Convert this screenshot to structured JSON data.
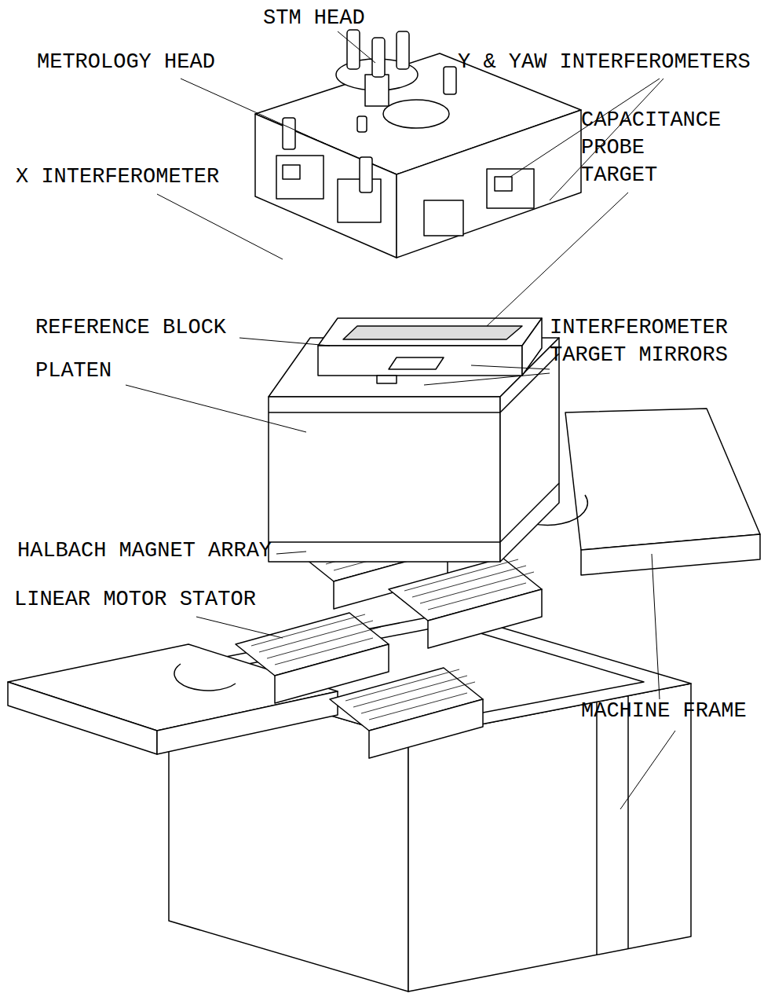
{
  "diagram": {
    "labels": [
      "STM HEAD",
      "METROLOGY HEAD",
      "Y & YAW INTERFEROMETERS",
      "CAPACITANCE PROBE TARGET",
      "X INTERFEROMETER",
      "REFERENCE BLOCK",
      "INTERFEROMETER TARGET MIRRORS",
      "PLATEN",
      "HALBACH MAGNET ARRAY",
      "LINEAR MOTOR STATOR",
      "MACHINE FRAME"
    ]
  }
}
